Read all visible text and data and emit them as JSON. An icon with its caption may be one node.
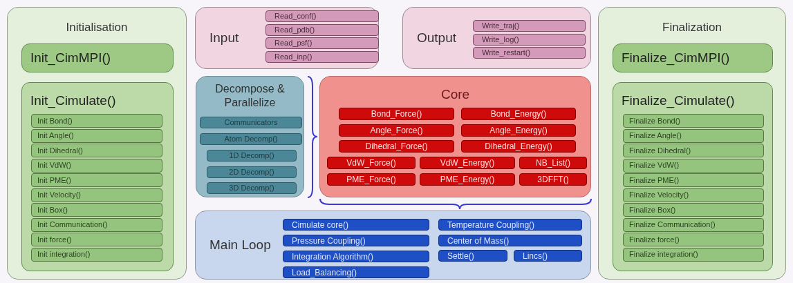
{
  "diagram": {
    "nodes": [
      {
        "text": [
          "Initialisation"
        ]
      },
      {
        "text": [
          "Init_CimMPI()"
        ],
        "in": 0
      },
      {
        "text": [
          "Init_Cimulate()"
        ],
        "in": 0
      },
      {
        "text": [
          "Init Bond()"
        ],
        "in": 2
      },
      {
        "text": [
          "Init Angle()"
        ],
        "in": 2
      },
      {
        "text": [
          "Init Dihedral()"
        ],
        "in": 2
      },
      {
        "text": [
          "Init VdW()"
        ],
        "in": 2
      },
      {
        "text": [
          "Init PME()"
        ],
        "in": 2
      },
      {
        "text": [
          "Init Velocity()"
        ],
        "in": 2
      },
      {
        "text": [
          "Init Box()"
        ],
        "in": 2
      },
      {
        "text": [
          "Init Communication()"
        ],
        "in": 2
      },
      {
        "text": [
          "Init force()"
        ],
        "in": 2
      },
      {
        "text": [
          "Init integration()"
        ],
        "in": 2
      },
      {
        "text": [
          "Input"
        ]
      },
      {
        "text": [
          "Read_conf()"
        ],
        "in": 13
      },
      {
        "text": [
          "Read_pdb()"
        ],
        "in": 13
      },
      {
        "text": [
          "Read_psf()"
        ],
        "in": 13
      },
      {
        "text": [
          "Read_inp()"
        ],
        "in": 13
      },
      {
        "text": [
          "Output"
        ]
      },
      {
        "text": [
          "Write_traj()"
        ],
        "in": 18
      },
      {
        "text": [
          "Write_log()"
        ],
        "in": 18
      },
      {
        "text": [
          "Write_restart()"
        ],
        "in": 18
      },
      {
        "text": [
          "Decompose & Parallelize"
        ]
      },
      {
        "text": [
          "Communicators"
        ],
        "in": 22
      },
      {
        "text": [
          "Atom Decomp()"
        ],
        "in": 22
      },
      {
        "text": [
          "1D Decomp()"
        ],
        "in": 22
      },
      {
        "text": [
          "2D Decomp()"
        ],
        "in": 22
      },
      {
        "text": [
          "3D Decomp()"
        ],
        "in": 22
      },
      {
        "text": [
          "Core"
        ]
      },
      {
        "text": [
          "Bond_Force()"
        ],
        "in": 28
      },
      {
        "text": [
          "Bond_Energy()"
        ],
        "in": 28
      },
      {
        "text": [
          "Angle_Force()"
        ],
        "in": 28
      },
      {
        "text": [
          "Angle_Energy()"
        ],
        "in": 28
      },
      {
        "text": [
          "Dihedral_Force()"
        ],
        "in": 28
      },
      {
        "text": [
          "Dihedral_Energy()"
        ],
        "in": 28
      },
      {
        "text": [
          "VdW_Force()"
        ],
        "in": 28
      },
      {
        "text": [
          "VdW_Energy()"
        ],
        "in": 28
      },
      {
        "text": [
          "NB_List()"
        ],
        "in": 28
      },
      {
        "text": [
          "PME_Force()"
        ],
        "in": 28
      },
      {
        "text": [
          "PME_Energy()"
        ],
        "in": 28
      },
      {
        "text": [
          "3DFFT()"
        ],
        "in": 28
      },
      {
        "text": [
          "Main Loop"
        ]
      },
      {
        "text": [
          "Cimulate core()"
        ],
        "in": 41
      },
      {
        "text": [
          "Temperature Coupling()"
        ],
        "in": 41
      },
      {
        "text": [
          "Pressure Coupling()"
        ],
        "in": 41
      },
      {
        "text": [
          "Center of Mass()"
        ],
        "in": 41
      },
      {
        "text": [
          "Integration Algorithm()"
        ],
        "in": 41
      },
      {
        "text": [
          "Settle()"
        ],
        "in": 41
      },
      {
        "text": [
          "Lincs()"
        ],
        "in": 41
      },
      {
        "text": [
          "Load_Balancing()"
        ],
        "in": 41
      },
      {
        "text": [
          "Finalization"
        ]
      },
      {
        "text": [
          "Finalize_CimMPI()"
        ],
        "in": 50
      },
      {
        "text": [
          "Finalize_Cimulate()"
        ],
        "in": 50
      },
      {
        "text": [
          "Finalize Bond()"
        ],
        "in": 52
      },
      {
        "text": [
          "Finalize Angle()"
        ],
        "in": 52
      },
      {
        "text": [
          "Finalize Dihedral()"
        ],
        "in": 52
      },
      {
        "text": [
          "Finalize VdW()"
        ],
        "in": 52
      },
      {
        "text": [
          "Finalize PME()"
        ],
        "in": 52
      },
      {
        "text": [
          "Finalize Velocity()"
        ],
        "in": 52
      },
      {
        "text": [
          "Finalize Box()"
        ],
        "in": 52
      },
      {
        "text": [
          "Finalize Communication()"
        ],
        "in": 52
      },
      {
        "text": [
          "Finalize force()"
        ],
        "in": 52
      },
      {
        "text": [
          "Finalize integration()"
        ],
        "in": 52
      }
    ]
  }
}
